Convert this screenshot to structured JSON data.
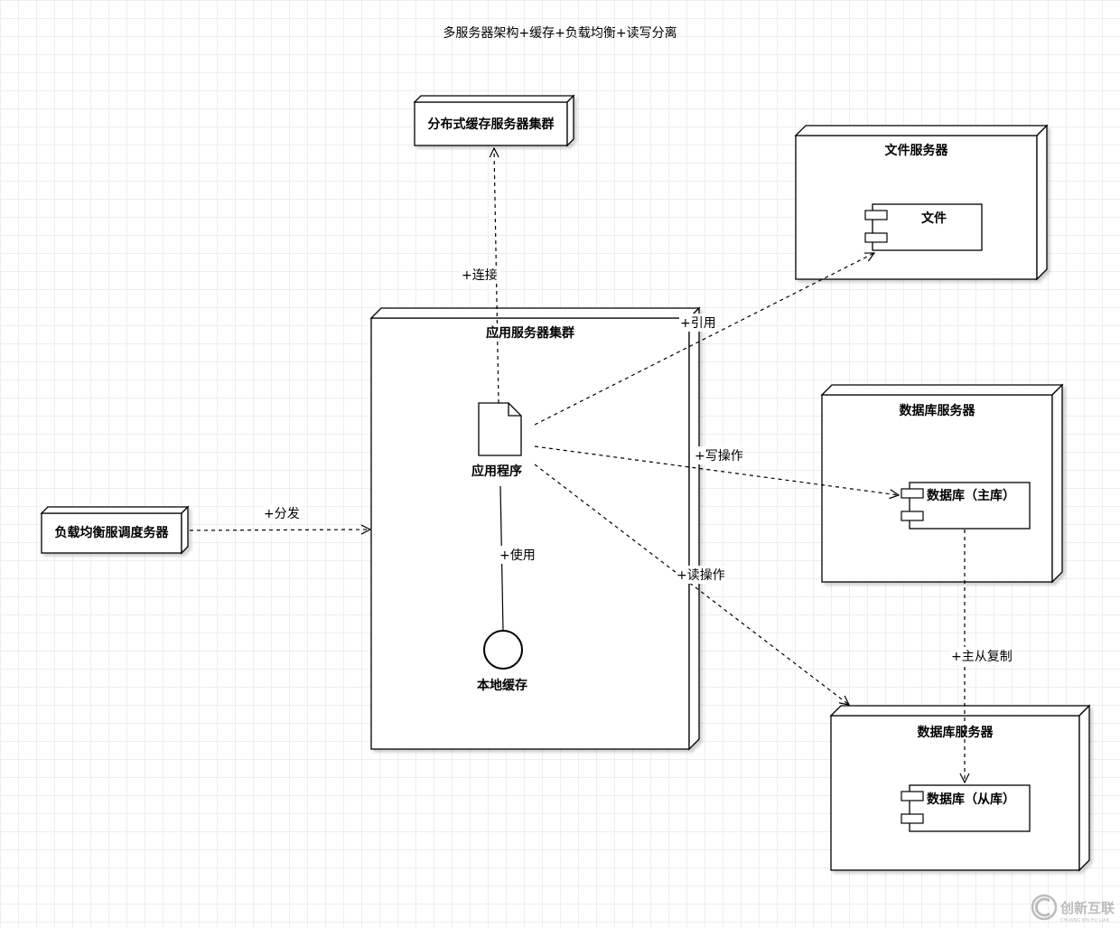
{
  "title": "多服务器架构+缓存+负载均衡+读写分离",
  "nodes": {
    "cache_cluster": {
      "label": "分布式缓存服务器集群"
    },
    "file_server": {
      "label": "文件服务器",
      "component": "文件"
    },
    "app_cluster": {
      "label": "应用服务器集群",
      "artifact": "应用程序",
      "interface": "本地缓存"
    },
    "db_master_server": {
      "label": "数据库服务器",
      "component": "数据库（主库）"
    },
    "db_slave_server": {
      "label": "数据库服务器",
      "component": "数据库（从库）"
    },
    "load_balancer": {
      "label": "负载均衡服调度务器"
    }
  },
  "edges": {
    "connect": "+连接",
    "reference": "+引用",
    "write": "+写操作",
    "read": "+读操作",
    "use": "+使用",
    "dispatch": "+分发",
    "replicate": "+主从复制"
  },
  "colors": {
    "stroke": "#000000",
    "grid": "#eeeeee",
    "background": "#ffffff"
  },
  "watermark": {
    "logo_icon": "circle-c-logo-icon",
    "text": "创新互联",
    "subtitle": "CHUANG XIN HU LIAN"
  }
}
